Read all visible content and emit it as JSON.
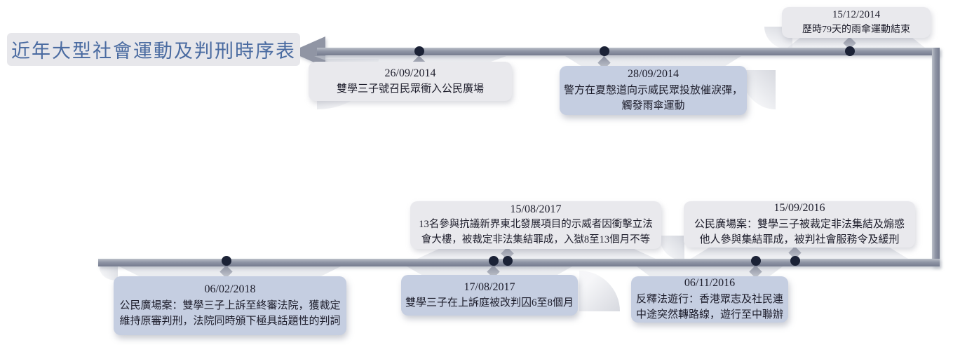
{
  "title": "近年大型社會運動及判刑時序表",
  "colors": {
    "title_text": "#4a6ba1",
    "box_gray": "#e9e9ed",
    "box_blue": "#c5cee1",
    "dot": "#1b2236",
    "line": "#8f95a5",
    "text": "#1d1d2b"
  },
  "events": [
    {
      "id": "civic-square-call",
      "date": "26/09/2014",
      "lines": [
        "雙學三子號召民眾衝入公民廣場"
      ]
    },
    {
      "id": "tear-gas",
      "date": "28/09/2014",
      "lines": [
        "警方在夏慤道向示威民眾投放催淚彈，",
        "觸發雨傘運動"
      ]
    },
    {
      "id": "umbrella-end",
      "date": "15/12/2014",
      "lines": [
        "歷時79天的雨傘運動結束"
      ]
    },
    {
      "id": "nent-13",
      "date": "15/08/2017",
      "lines": [
        "13名參與抗議新界東北發展項目的示威者因衝擊立法",
        "會大樓，被裁定非法集結罪成，入獄8至13個月不等"
      ]
    },
    {
      "id": "civic-square-verdict",
      "date": "15/09/2016",
      "lines": [
        "公民廣場案：雙學三子被裁定非法集結及煽惑",
        "他人參與集結罪成，被判社會服務令及緩刑"
      ]
    },
    {
      "id": "cfa-appeal",
      "date": "06/02/2018",
      "lines": [
        "公民廣場案：雙學三子上訴至終審法院，獲裁定",
        "維持原審判刑，法院同時頒下極具話題性的判詞"
      ]
    },
    {
      "id": "resentenced",
      "date": "17/08/2017",
      "lines": [
        "雙學三子在上訴庭被改判囚6至8個月"
      ]
    },
    {
      "id": "anti-interpretation-march",
      "date": "06/11/2016",
      "lines": [
        "反釋法遊行：香港眾志及社民連",
        "中途突然轉路線，遊行至中聯辦"
      ]
    }
  ]
}
